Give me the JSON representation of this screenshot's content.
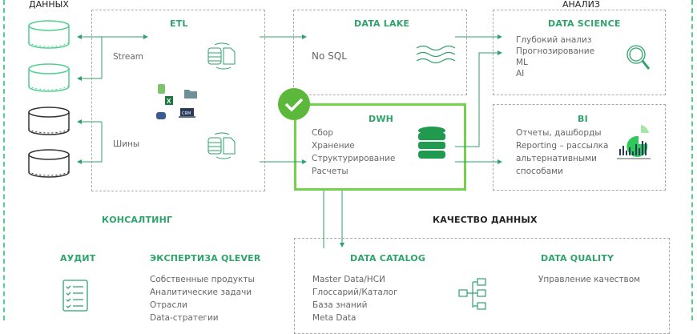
{
  "top_labels": {
    "sources": "ДАННЫХ",
    "analysis": "АНАЛИЗ"
  },
  "etl": {
    "title": "ETL",
    "stream": "Stream",
    "bus": "Шины"
  },
  "data_lake": {
    "title": "DATA LAKE",
    "text": "No SQL"
  },
  "dwh": {
    "title": "DWH",
    "items": [
      "Сбор",
      "Хранение",
      "Структурирование",
      "Расчеты"
    ]
  },
  "data_science": {
    "title": "DATA SCIENCE",
    "items": [
      "Глубокий анализ",
      "Прогнозирование",
      "ML",
      "AI"
    ]
  },
  "bi": {
    "title": "BI",
    "items": [
      "Отчеты, дашборды",
      "Reporting – рассылка",
      "альтернативными",
      "способами"
    ]
  },
  "consulting": {
    "title": "КОНСАЛТИНГ",
    "audit_title": "АУДИТ",
    "expertise_title": "ЭКСПЕРТИЗА QLEVER",
    "expertise_items": [
      "Собственные продукты",
      "Аналитические задачи",
      "Отрасли",
      "Data-стратегии"
    ]
  },
  "data_quality_section": {
    "title": "КАЧЕСТВО ДАННЫХ",
    "catalog_title": "DATA CATALOG",
    "catalog_items": [
      "Master Data/НСИ",
      "Глоссарий/Каталог",
      "База знаний",
      "Meta Data"
    ],
    "quality_title": "DATA QUALITY",
    "quality_items": [
      "Управление качеством"
    ]
  },
  "icons": {
    "crm_label": "CRM"
  },
  "colors": {
    "accent": "#2fa36b",
    "dwh_border": "#72d24a",
    "check": "#5cb83a",
    "source_light": "#4fd08f",
    "source_dark": "#333333"
  }
}
